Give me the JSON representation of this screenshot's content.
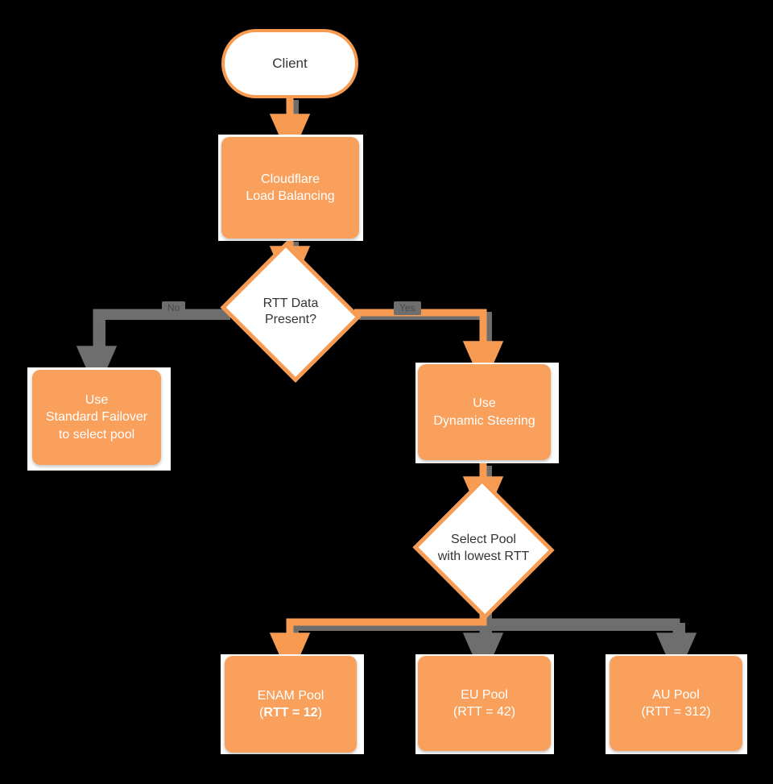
{
  "diagram": {
    "title": "Cloudflare Load Balancing RTT steering flowchart",
    "type": "flowchart",
    "direction": "top-down",
    "background_color": "#000000",
    "palette": {
      "node_fill": "#f9a05c",
      "node_text": "#ffffff",
      "decision_fill": "#ffffff",
      "decision_border": "#f79b52",
      "decision_text": "#333333",
      "active_edge": "#f79b52",
      "inactive_edge": "#6e6e6e",
      "plate": "#ffffff"
    },
    "nodes": [
      {
        "id": "client",
        "shape": "stadium",
        "lines": [
          "Client"
        ]
      },
      {
        "id": "clb",
        "shape": "rect",
        "lines": [
          "Cloudflare",
          "Load Balancing"
        ]
      },
      {
        "id": "rtt",
        "shape": "diamond",
        "lines": [
          "RTT Data",
          "Present?"
        ]
      },
      {
        "id": "failover",
        "shape": "rect",
        "lines": [
          "Use",
          "Standard Failover",
          "to select pool"
        ]
      },
      {
        "id": "dynamic",
        "shape": "rect",
        "lines": [
          "Use",
          "Dynamic Steering"
        ]
      },
      {
        "id": "select",
        "shape": "diamond",
        "lines": [
          "Select Pool",
          "with lowest RTT"
        ]
      },
      {
        "id": "enam",
        "shape": "rect",
        "lines": [
          "ENAM Pool"
        ],
        "detail_prefix": "(",
        "detail_bold": "RTT = 12",
        "detail_suffix": ")"
      },
      {
        "id": "eu",
        "shape": "rect",
        "lines": [
          "EU Pool"
        ],
        "detail": "(RTT = 42)"
      },
      {
        "id": "au",
        "shape": "rect",
        "lines": [
          "AU Pool"
        ],
        "detail": "(RTT = 312)"
      }
    ],
    "edges": [
      {
        "from": "client",
        "to": "clb",
        "label": "",
        "state": "active"
      },
      {
        "from": "clb",
        "to": "rtt",
        "label": "",
        "state": "active"
      },
      {
        "from": "rtt",
        "to": "failover",
        "label": "No",
        "state": "inactive"
      },
      {
        "from": "rtt",
        "to": "dynamic",
        "label": "Yes",
        "state": "active"
      },
      {
        "from": "dynamic",
        "to": "select",
        "label": "",
        "state": "active"
      },
      {
        "from": "select",
        "to": "enam",
        "label": "",
        "state": "active"
      },
      {
        "from": "select",
        "to": "eu",
        "label": "",
        "state": "inactive"
      },
      {
        "from": "select",
        "to": "au",
        "label": "",
        "state": "inactive"
      }
    ]
  },
  "labels": {
    "client": "Client",
    "clb_line1": "Cloudflare",
    "clb_line2": "Load Balancing",
    "rtt_line1": "RTT Data",
    "rtt_line2": "Present?",
    "failover_line1": "Use",
    "failover_line2": "Standard Failover",
    "failover_line3": "to select pool",
    "dynamic_line1": "Use",
    "dynamic_line2": "Dynamic Steering",
    "select_line1": "Select Pool",
    "select_line2": "with lowest RTT",
    "enam_name": "ENAM Pool",
    "enam_rtt_open": "(",
    "enam_rtt_value": "RTT = 12",
    "enam_rtt_close": ")",
    "eu_name": "EU Pool",
    "eu_rtt": "(RTT = 42)",
    "au_name": "AU Pool",
    "au_rtt": "(RTT = 312)",
    "edge_no": "No",
    "edge_yes": "Yes"
  }
}
